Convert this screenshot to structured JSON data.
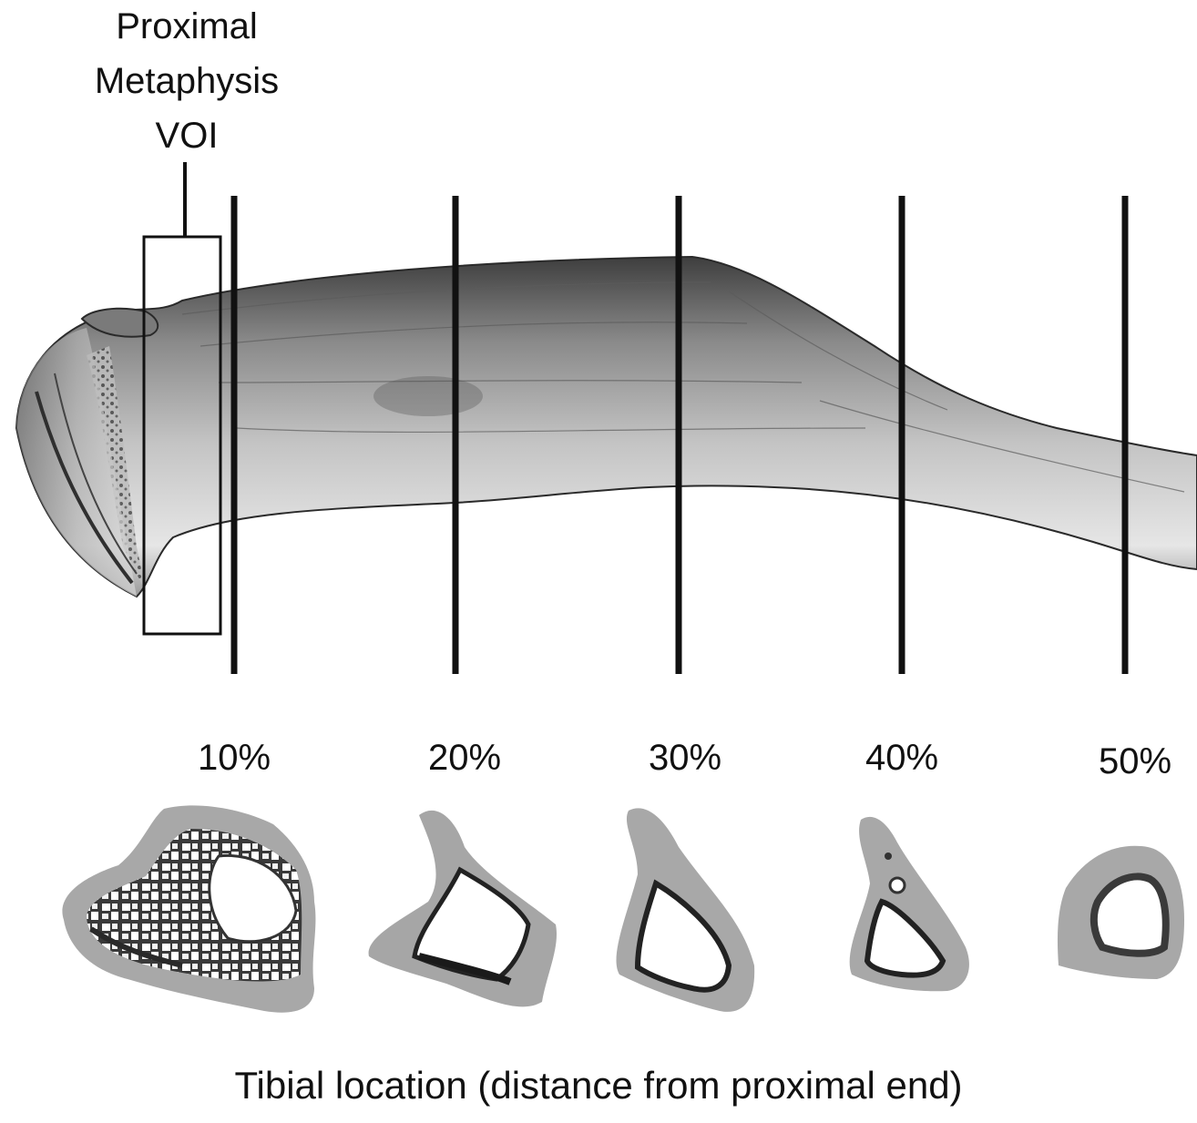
{
  "voi": {
    "line1": "Proximal",
    "line2": "Metaphysis",
    "line3": "VOI"
  },
  "sections": [
    {
      "label": "10%"
    },
    {
      "label": "20%"
    },
    {
      "label": "30%"
    },
    {
      "label": "40%"
    },
    {
      "label": "50%"
    }
  ],
  "caption": "Tibial location (distance from proximal end)",
  "colors": {
    "bone_light": "#c8c8c8",
    "bone_dark": "#5a5a5a",
    "cortex": "#a9a9a9",
    "marker": "#111111"
  }
}
